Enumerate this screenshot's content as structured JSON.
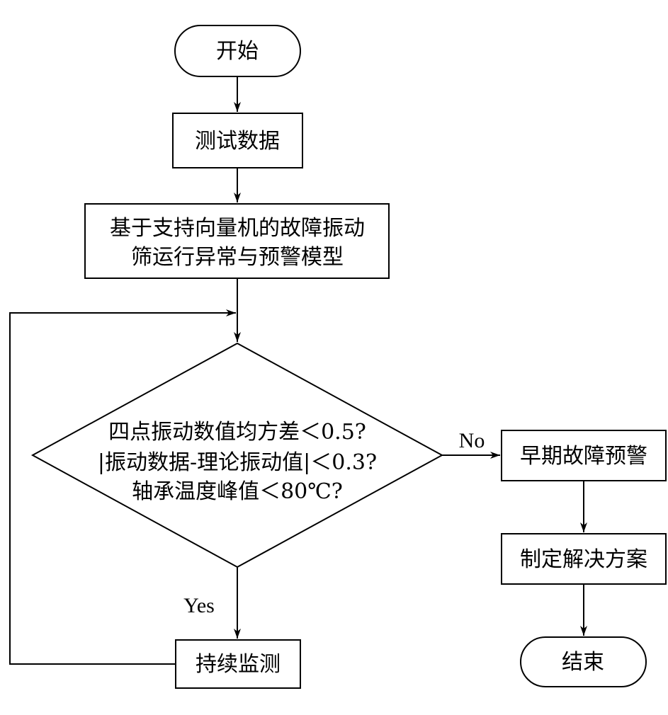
{
  "nodes": {
    "start": "开始",
    "test_data": "测试数据",
    "model": [
      "基于支持向量机的故障振动",
      "筛运行异常与预警模型"
    ],
    "decision": [
      "四点振动数值均方差＜0.5?",
      "|振动数据-理论振动值|＜0.3?",
      "轴承温度峰值＜80℃?"
    ],
    "early_warning": "早期故障预警",
    "solution": "制定解决方案",
    "monitor": "持续监测",
    "end": "结束"
  },
  "edges": {
    "no_label": "No",
    "yes_label": "Yes"
  }
}
